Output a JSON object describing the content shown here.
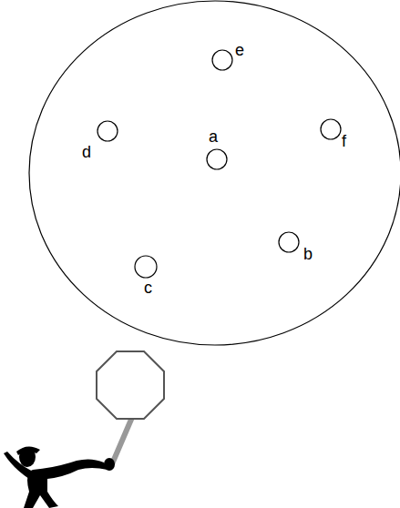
{
  "diagram": {
    "nodes": [
      {
        "text": [
          "e"
        ]
      },
      {
        "text": [
          "d"
        ]
      },
      {
        "text": [
          "a"
        ]
      },
      {
        "text": [
          "f"
        ]
      },
      {
        "text": [
          "c"
        ]
      },
      {
        "text": [
          "b"
        ]
      }
    ]
  }
}
